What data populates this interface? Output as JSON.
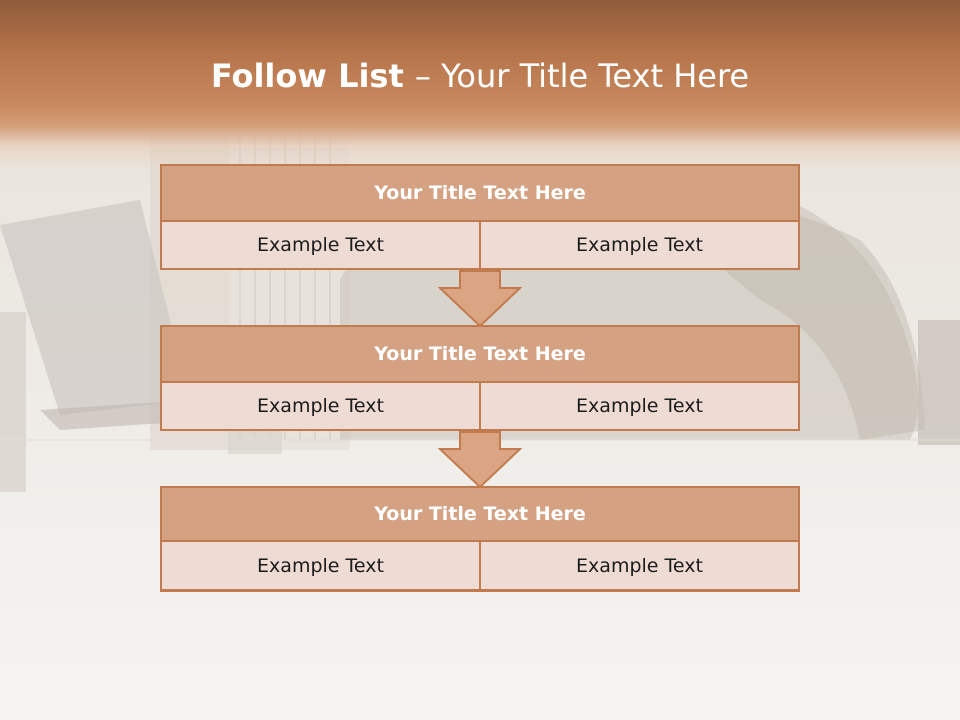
{
  "slide": {
    "title_bold": "Follow List ",
    "title_rest": " – Your Title Text Here"
  },
  "blocks": [
    {
      "title": "Your Title Text Here",
      "cells": [
        "Example Text",
        "Example Text"
      ]
    },
    {
      "title": "Your Title Text Here",
      "cells": [
        "Example Text",
        "Example Text"
      ]
    },
    {
      "title": "Your Title Text Here",
      "cells": [
        "Example Text",
        "Example Text"
      ]
    }
  ],
  "colors": {
    "header": "#b5734a",
    "block_title_fill": "#d4a283",
    "block_cell_fill": "#eedcd4",
    "border": "#c27b4e",
    "arrow_fill": "#dba584"
  },
  "icons": [
    "down-arrow-icon",
    "down-arrow-icon"
  ]
}
